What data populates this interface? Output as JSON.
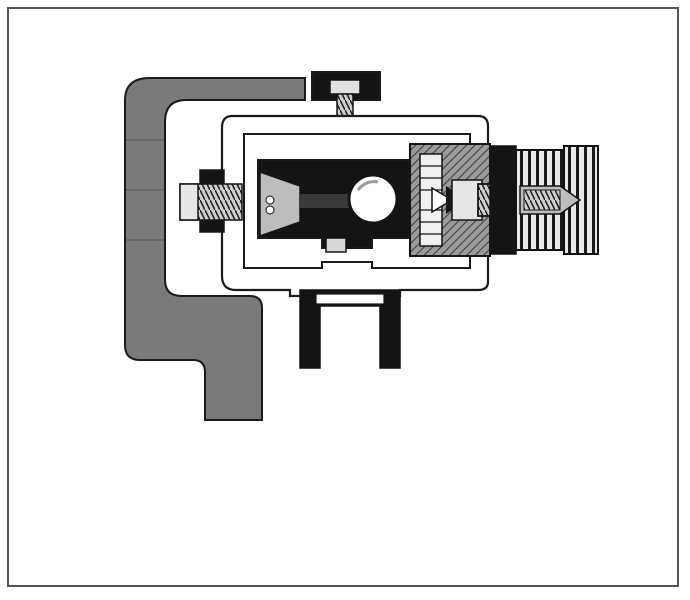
{
  "diagram": {
    "labels": [],
    "colors": {
      "background": "#ffffff",
      "frame": "#555555",
      "outline": "#1a1a1a",
      "dark": "#141414",
      "mid": "#7a7a7a",
      "light": "#b5b5b5",
      "white": "#ffffff"
    },
    "parts": [
      "bracket",
      "housing",
      "top-adjust-screw",
      "left-lock-screw",
      "slide-carriage",
      "round-bearing",
      "right-knurled-knob",
      "threaded-spindle",
      "spring-pack",
      "lower-support-post"
    ]
  }
}
